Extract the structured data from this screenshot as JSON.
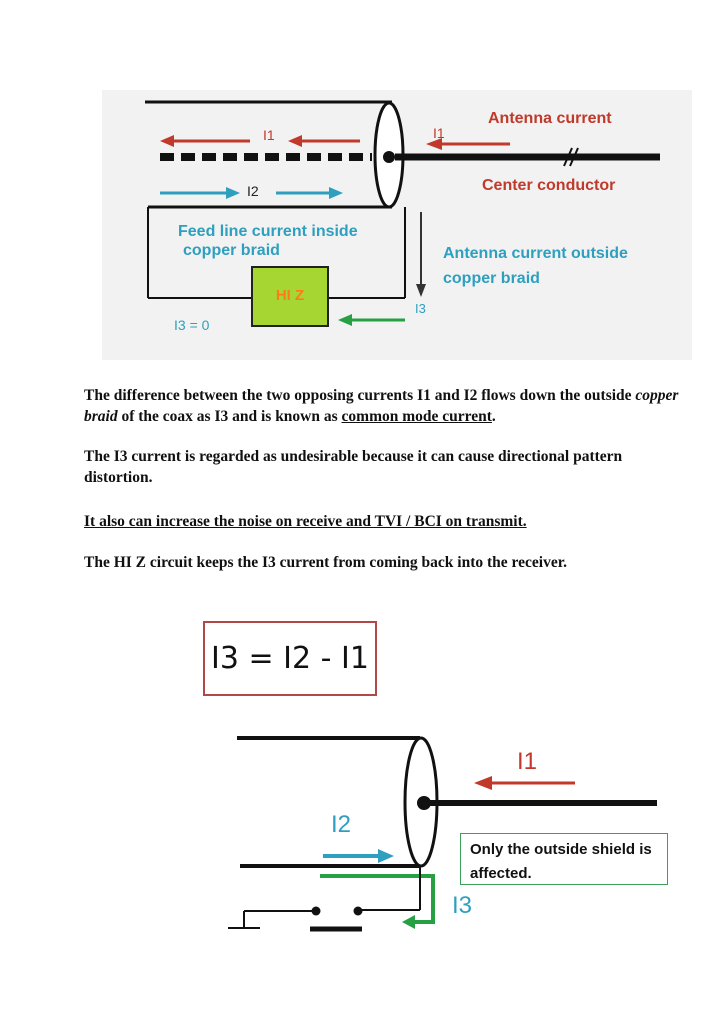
{
  "top_diagram": {
    "i1_inner_label": "I1",
    "i1_outer_label": "I1",
    "i2_label": "I2",
    "antenna_current": "Antenna current",
    "center_conductor": "Center conductor",
    "feed_line_line1": "Feed line current inside",
    "feed_line_line2": "copper braid",
    "antenna_outside_line1": "Antenna current outside",
    "antenna_outside_line2": "copper braid",
    "hiz_label": "HI Z",
    "i3_label": "I3",
    "i3_zero": "I3 = 0",
    "colors": {
      "red": "#c0392b",
      "teal": "#2e9fbf",
      "green": "#27a043",
      "hiz_fill": "#a6d632",
      "hiz_text": "#ff7a1a"
    }
  },
  "text": {
    "p1_a": "The difference between the two opposing currents I1 and I2 flows down the outside ",
    "p1_italic": "copper braid",
    "p1_b": " of the coax as I3 and is known as ",
    "p1_underlined": "common mode current",
    "p1_end": ".",
    "p2": "The I3 current is regarded as undesirable because it can cause directional pattern distortion.",
    "p3": "It also can increase the noise on receive and TVI / BCI on transmit.",
    "p4": "The HI Z circuit keeps the I3 current from coming back into the receiver."
  },
  "formula": "I3 = I2 - I1",
  "bottom_diagram": {
    "i1_label": "I1",
    "i2_label": "I2",
    "i3_label": "I3",
    "note": "Only the outside shield is affected."
  }
}
